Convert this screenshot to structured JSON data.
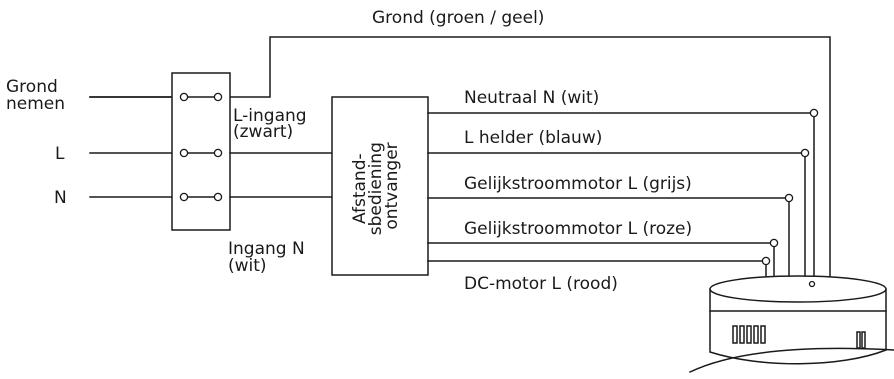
{
  "colors": {
    "line": "#1a1a1a",
    "background": "#ffffff"
  },
  "inputs": {
    "ground": [
      "Grond",
      "nemen"
    ],
    "live": "L",
    "neutral": "N"
  },
  "ground_wire": "Grond (groen / geel)",
  "receiver_input_l": [
    "L-ingang",
    "(zwart)"
  ],
  "receiver_input_n": [
    "Ingang N",
    "(wit)"
  ],
  "receiver": {
    "label": [
      "Afstand-",
      "sbediening",
      "ontvanger"
    ]
  },
  "outputs": [
    "Neutraal N (wit)",
    "L helder (blauw)",
    "Gelijkstroommotor L (grijs)",
    "Gelijkstroommotor L (roze)",
    "DC-motor L (rood)"
  ],
  "fixture_icon": "ceiling-fan-motor-icon"
}
